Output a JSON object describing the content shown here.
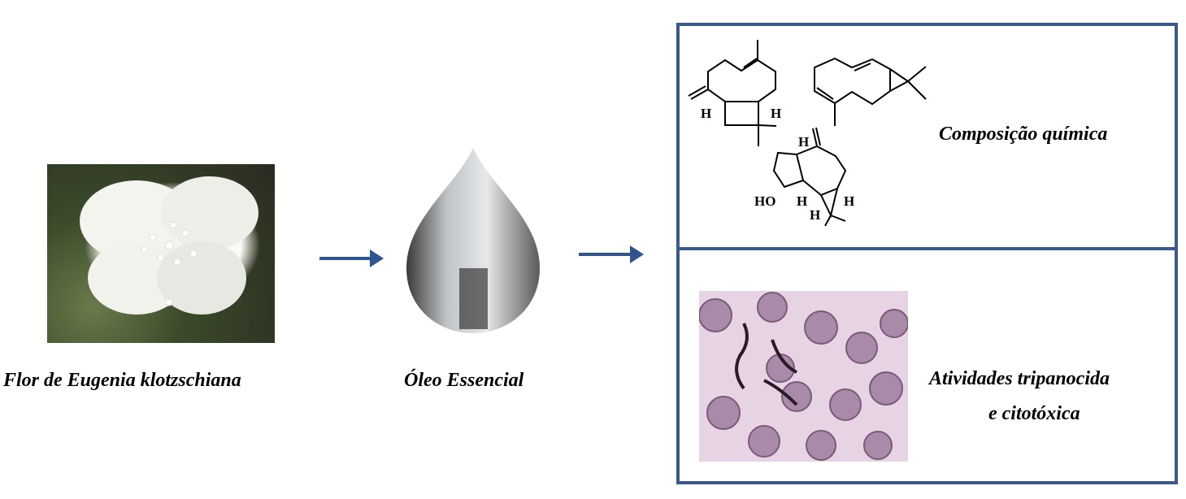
{
  "captions": {
    "flower": "Flor de Eugenia klotzschiana",
    "oil": "Óleo Essencial",
    "composition": "Composição química",
    "activity_line1": "Atividades tripanocida",
    "activity_line2": "e citotóxica"
  },
  "structure_labels": {
    "h": "H",
    "ho": "HO"
  },
  "colors": {
    "accent": "#3b5a8a"
  }
}
